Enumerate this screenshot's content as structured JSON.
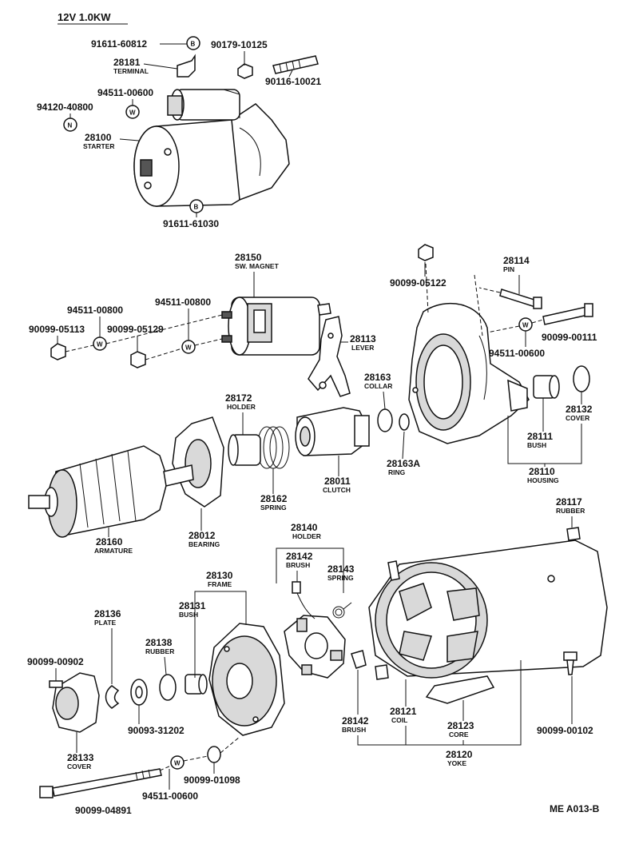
{
  "header": {
    "title": "12V 1.0KW"
  },
  "reference": "ME A013-B",
  "callout_letters": {
    "b": "B",
    "w": "W",
    "n": "N"
  },
  "labels": {
    "p91611_60812": "91611-60812",
    "p28181": "28181",
    "n28181": "TERMINAL",
    "p90179_10125": "90179-10125",
    "p90116_10021": "90116-10021",
    "p94511_00600_top": "94511-00600",
    "p94120_40800": "94120-40800",
    "p28100": "28100",
    "n28100": "STARTER",
    "p91611_61030": "91611-61030",
    "p28150": "28150",
    "n28150": "SW. MAGNET",
    "p94511_00800_a": "94511-00800",
    "p94511_00800_b": "94511-00800",
    "p90099_05113": "90099-05113",
    "p90099_05129": "90099-05129",
    "p28113": "28113",
    "n28113": "LEVER",
    "p90099_05122": "90099-05122",
    "p28114": "28114",
    "n28114": "PIN",
    "p90099_00111": "90099-00111",
    "p94511_00600_mid": "94511-00600",
    "p28163": "28163",
    "n28163": "COLLAR",
    "p28172": "28172",
    "n28172": "HOLDER",
    "p28132": "28132",
    "n28132": "COVER",
    "p28111": "28111",
    "n28111": "BUSH",
    "p28110": "28110",
    "n28110": "HOUSING",
    "p28163A": "28163A",
    "n28163A": "RING",
    "p28011": "28011",
    "n28011": "CLUTCH",
    "p28162": "28162",
    "n28162": "SPRING",
    "p28012": "28012",
    "n28012": "BEARING",
    "p28160": "28160",
    "n28160": "ARMATURE",
    "p28117": "28117",
    "n28117": "RUBBER",
    "p28140": "28140",
    "n28140": "HOLDER",
    "p28142_top": "28142",
    "n28142_top": "BRUSH",
    "p28143": "28143",
    "n28143": "SPRING",
    "p28130": "28130",
    "n28130": "FRAME",
    "p28131": "28131",
    "n28131": "BUSH",
    "p28136": "28136",
    "n28136": "PLATE",
    "p28138": "28138",
    "n28138": "RUBBER",
    "p90099_00902": "90099-00902",
    "p90093_31202": "90093-31202",
    "p28133": "28133",
    "n28133": "COVER",
    "p90099_01098": "90099-01098",
    "p94511_00600_bot": "94511-00600",
    "p90099_04891": "90099-04891",
    "p28142_bot": "28142",
    "n28142_bot": "BRUSH",
    "p28121": "28121",
    "n28121": "COIL",
    "p28123": "28123",
    "n28123": "CORE",
    "p90099_00102": "90099-00102",
    "p28120": "28120",
    "n28120": "YOKE"
  }
}
